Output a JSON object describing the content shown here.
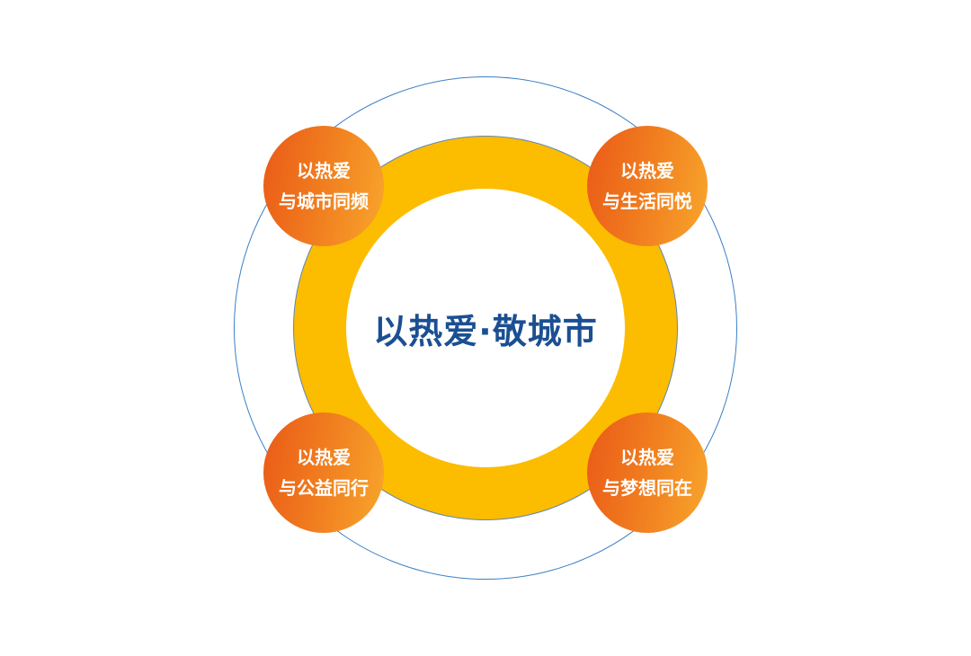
{
  "center": {
    "title": "以热爱·敬城市"
  },
  "nodes": [
    {
      "line1": "以热爱",
      "line2": "与城市同频"
    },
    {
      "line1": "以热爱",
      "line2": "与生活同悦"
    },
    {
      "line1": "以热爱",
      "line2": "与公益同行"
    },
    {
      "line1": "以热爱",
      "line2": "与梦想同在"
    }
  ],
  "colors": {
    "ring": "#fcbc00",
    "outer_ring_stroke": "#3b7fc4",
    "title": "#1b4f93",
    "node_gradient_start": "#ea5a18",
    "node_gradient_end": "#f8a62c"
  }
}
